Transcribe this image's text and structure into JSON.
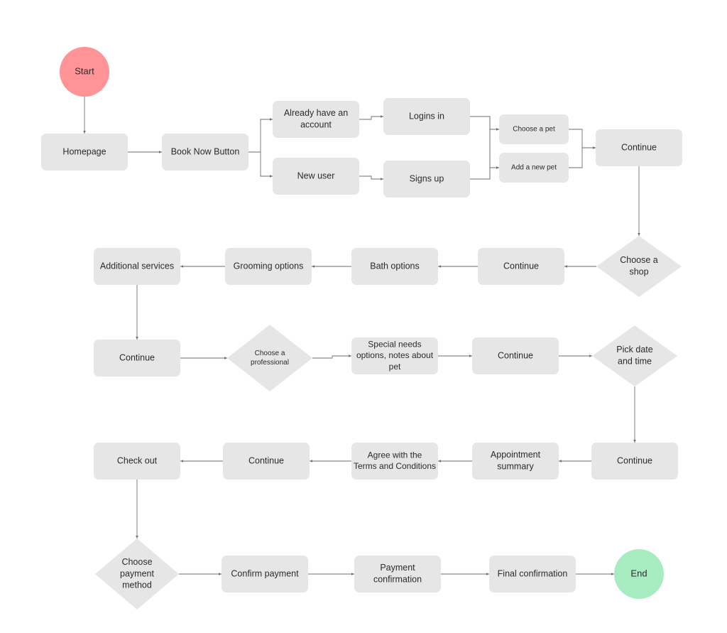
{
  "colors": {
    "node_fill": "#e6e6e6",
    "start_fill": "#ff9395",
    "end_fill": "#a8ecc2",
    "edge": "#6e6e6e",
    "text": "#2b2b2b"
  },
  "nodes": [
    {
      "id": "start",
      "shape": "circle",
      "lines": [
        "Start"
      ]
    },
    {
      "id": "homepage",
      "shape": "rect",
      "lines": [
        "Homepage"
      ]
    },
    {
      "id": "book-now",
      "shape": "rect",
      "lines": [
        "Book Now Button"
      ]
    },
    {
      "id": "already-account",
      "shape": "rect",
      "lines": [
        "Already have an",
        "account"
      ]
    },
    {
      "id": "new-user",
      "shape": "rect",
      "lines": [
        "New user"
      ]
    },
    {
      "id": "logins-in",
      "shape": "rect",
      "lines": [
        "Logins in"
      ]
    },
    {
      "id": "signs-up",
      "shape": "rect",
      "lines": [
        "Signs up"
      ]
    },
    {
      "id": "choose-pet",
      "shape": "rect",
      "lines": [
        "Choose a pet"
      ]
    },
    {
      "id": "add-pet",
      "shape": "rect",
      "lines": [
        "Add a new pet"
      ]
    },
    {
      "id": "continue-1",
      "shape": "rect",
      "lines": [
        "Continue"
      ]
    },
    {
      "id": "choose-shop",
      "shape": "diamond",
      "lines": [
        "Choose a",
        "shop"
      ]
    },
    {
      "id": "continue-2",
      "shape": "rect",
      "lines": [
        "Continue"
      ]
    },
    {
      "id": "bath-options",
      "shape": "rect",
      "lines": [
        "Bath options"
      ]
    },
    {
      "id": "grooming-options",
      "shape": "rect",
      "lines": [
        "Grooming options"
      ]
    },
    {
      "id": "additional-services",
      "shape": "rect",
      "lines": [
        "Additional services"
      ]
    },
    {
      "id": "continue-3",
      "shape": "rect",
      "lines": [
        "Continue"
      ]
    },
    {
      "id": "choose-professional",
      "shape": "diamond",
      "lines": [
        "Choose a",
        "professional"
      ]
    },
    {
      "id": "special-needs",
      "shape": "rect",
      "lines": [
        "Special needs",
        "options, notes about",
        "pet"
      ]
    },
    {
      "id": "continue-4",
      "shape": "rect",
      "lines": [
        "Continue"
      ]
    },
    {
      "id": "pick-date",
      "shape": "diamond",
      "lines": [
        "Pick date",
        "and time"
      ]
    },
    {
      "id": "continue-5",
      "shape": "rect",
      "lines": [
        "Continue"
      ]
    },
    {
      "id": "appointment-summary",
      "shape": "rect",
      "lines": [
        "Appointment",
        "summary"
      ]
    },
    {
      "id": "agree-terms",
      "shape": "rect",
      "lines": [
        "Agree with the",
        "Terms and Conditions"
      ]
    },
    {
      "id": "continue-6",
      "shape": "rect",
      "lines": [
        "Continue"
      ]
    },
    {
      "id": "check-out",
      "shape": "rect",
      "lines": [
        "Check out"
      ]
    },
    {
      "id": "choose-payment",
      "shape": "diamond",
      "lines": [
        "Choose",
        "payment",
        "method"
      ]
    },
    {
      "id": "confirm-payment",
      "shape": "rect",
      "lines": [
        "Confirm payment"
      ]
    },
    {
      "id": "payment-confirmation",
      "shape": "rect",
      "lines": [
        "Payment",
        "confirmation"
      ]
    },
    {
      "id": "final-confirmation",
      "shape": "rect",
      "lines": [
        "Final confirmation"
      ]
    },
    {
      "id": "end",
      "shape": "circle",
      "lines": [
        "End"
      ]
    }
  ],
  "edges": [
    {
      "from": "start",
      "to": "homepage"
    },
    {
      "from": "homepage",
      "to": "book-now"
    },
    {
      "from": "book-now",
      "to": "already-account"
    },
    {
      "from": "book-now",
      "to": "new-user"
    },
    {
      "from": "already-account",
      "to": "logins-in"
    },
    {
      "from": "new-user",
      "to": "signs-up"
    },
    {
      "from": "logins-in",
      "to": "choose-pet"
    },
    {
      "from": "logins-in",
      "to": "add-pet"
    },
    {
      "from": "signs-up",
      "to": "choose-pet"
    },
    {
      "from": "signs-up",
      "to": "add-pet"
    },
    {
      "from": "choose-pet",
      "to": "continue-1"
    },
    {
      "from": "add-pet",
      "to": "continue-1"
    },
    {
      "from": "continue-1",
      "to": "choose-shop"
    },
    {
      "from": "choose-shop",
      "to": "continue-2"
    },
    {
      "from": "continue-2",
      "to": "bath-options"
    },
    {
      "from": "bath-options",
      "to": "grooming-options"
    },
    {
      "from": "grooming-options",
      "to": "additional-services"
    },
    {
      "from": "additional-services",
      "to": "continue-3"
    },
    {
      "from": "continue-3",
      "to": "choose-professional"
    },
    {
      "from": "choose-professional",
      "to": "special-needs"
    },
    {
      "from": "special-needs",
      "to": "continue-4"
    },
    {
      "from": "continue-4",
      "to": "pick-date"
    },
    {
      "from": "pick-date",
      "to": "continue-5"
    },
    {
      "from": "continue-5",
      "to": "appointment-summary"
    },
    {
      "from": "appointment-summary",
      "to": "agree-terms"
    },
    {
      "from": "agree-terms",
      "to": "continue-6"
    },
    {
      "from": "continue-6",
      "to": "check-out"
    },
    {
      "from": "check-out",
      "to": "choose-payment"
    },
    {
      "from": "choose-payment",
      "to": "confirm-payment"
    },
    {
      "from": "confirm-payment",
      "to": "payment-confirmation"
    },
    {
      "from": "payment-confirmation",
      "to": "final-confirmation"
    },
    {
      "from": "final-confirmation",
      "to": "end"
    }
  ]
}
